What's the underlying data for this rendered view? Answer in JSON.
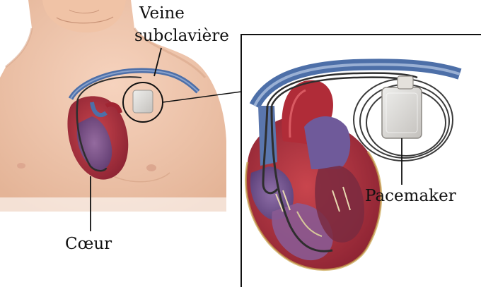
{
  "labels": {
    "vein_line1": "Veine",
    "vein_line2": "subclavière",
    "heart": "Cœur",
    "pacemaker": "Pacemaker"
  },
  "icons": [
    "torso-illustration",
    "heart-illustration",
    "pacemaker-device",
    "pacing-lead",
    "subclavian-vein"
  ],
  "colors": {
    "skin": "#f2c7ad",
    "skin_shadow": "#dca98c",
    "heart_red": "#b8303a",
    "heart_dark": "#7c1b2a",
    "heart_purple": "#6c4e8a",
    "vein_blue": "#4d6fa8",
    "device": "#d9d6d2",
    "lead": "#2e2e2e",
    "frame": "#111111"
  }
}
